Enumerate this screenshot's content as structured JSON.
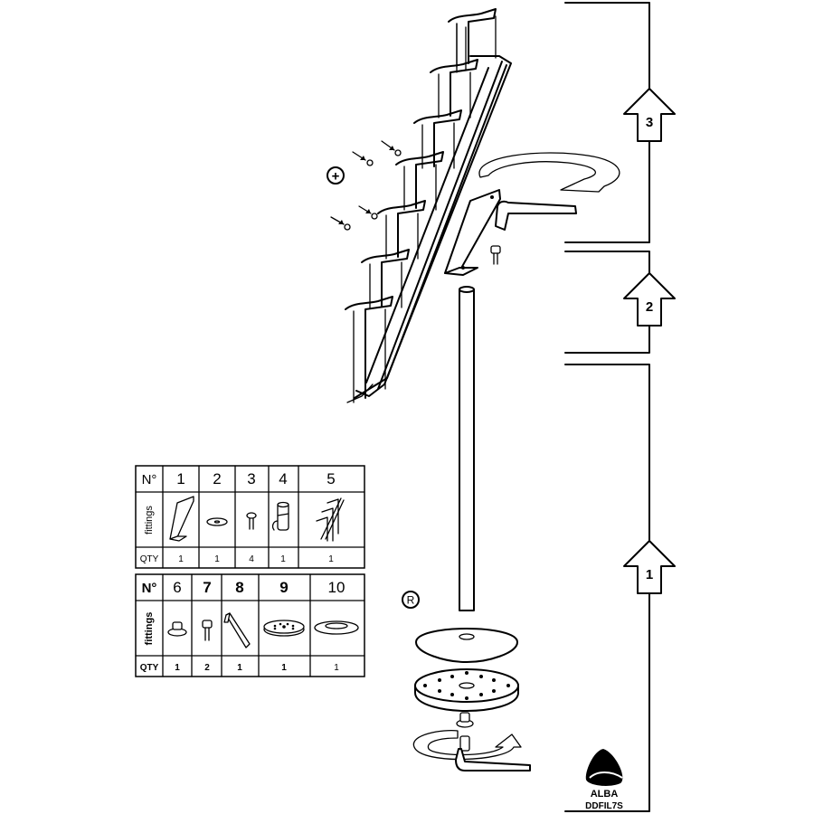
{
  "steps": [
    {
      "label": "3"
    },
    {
      "label": "2"
    },
    {
      "label": "1"
    }
  ],
  "parts_table_top": {
    "no_header": "N°",
    "fittings_header": "fittings",
    "qty_header": "QTY",
    "columns": [
      {
        "number": "1",
        "qty": "1"
      },
      {
        "number": "2",
        "qty": "1"
      },
      {
        "number": "3",
        "qty": "4"
      },
      {
        "number": "4",
        "qty": "1"
      },
      {
        "number": "5",
        "qty": "1"
      }
    ]
  },
  "parts_table_bottom": {
    "no_header": "N°",
    "fittings_header": "fittings",
    "qty_header": "QTY",
    "columns": [
      {
        "number": "6",
        "qty": "1"
      },
      {
        "number": "7",
        "qty": "2"
      },
      {
        "number": "8",
        "qty": "1"
      },
      {
        "number": "9",
        "qty": "1"
      },
      {
        "number": "10",
        "qty": "1"
      }
    ]
  },
  "markers": {
    "plus_symbol": "+",
    "registered_symbol": "R"
  },
  "brand": {
    "name": "ALBA",
    "model": "DDFIL7S"
  }
}
